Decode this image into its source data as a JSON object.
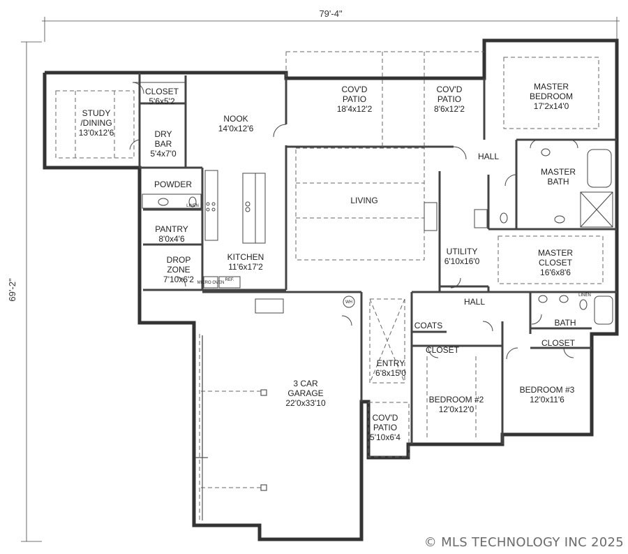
{
  "dimensions": {
    "width": "79'-4\"",
    "height": "69'-2\""
  },
  "rooms": {
    "closet_1": [
      "CLOSET",
      "5'6x5'2"
    ],
    "study": [
      "STUDY",
      "/DINING",
      "13'0x12'6"
    ],
    "dry_bar": [
      "DRY",
      "BAR",
      "5'4x7'0"
    ],
    "powder": [
      "POWDER"
    ],
    "pantry": [
      "PANTRY",
      "8'0x4'6"
    ],
    "drop_zone": [
      "DROP",
      "ZONE",
      "7'10x6'2"
    ],
    "nook": [
      "NOOK",
      "14'0x12'6"
    ],
    "kitchen": [
      "KITCHEN",
      "11'6x17'2"
    ],
    "patio_1": [
      "COV'D",
      "PATIO",
      "18'4x12'2"
    ],
    "patio_2": [
      "COV'D",
      "PATIO",
      "8'6x12'2"
    ],
    "living": [
      "LIVING"
    ],
    "master_bedroom": [
      "MASTER",
      "BEDROOM",
      "17'2x14'0"
    ],
    "hall_1": [
      "HALL"
    ],
    "master_bath": [
      "MASTER",
      "BATH"
    ],
    "utility": [
      "UTILITY",
      "6'10x16'0"
    ],
    "master_closet": [
      "MASTER",
      "CLOSET",
      "16'6x8'6"
    ],
    "hall_2": [
      "HALL"
    ],
    "bath": [
      "BATH"
    ],
    "coats": [
      "COATS"
    ],
    "closet_2": [
      "CLOSET"
    ],
    "closet_3": [
      "CLOSET"
    ],
    "garage": [
      "3 CAR",
      "GARAGE",
      "22'0x33'10"
    ],
    "entry": [
      "ENTRY",
      "6'8x15'0"
    ],
    "bedroom_2": [
      "BEDROOM #2",
      "12'0x12'0"
    ],
    "bedroom_3": [
      "BEDROOM #3",
      "12'0x11'6"
    ],
    "patio_3": [
      "COV'D",
      "PATIO",
      "5'10x6'4"
    ]
  },
  "fixtures": {
    "wh": "WH",
    "micro": "MICRO OVEN",
    "ref": "REF.",
    "linen_1": "LINEN",
    "linen_2": "LINEN"
  },
  "copyright": "© MLS TECHNOLOGY INC 2025"
}
